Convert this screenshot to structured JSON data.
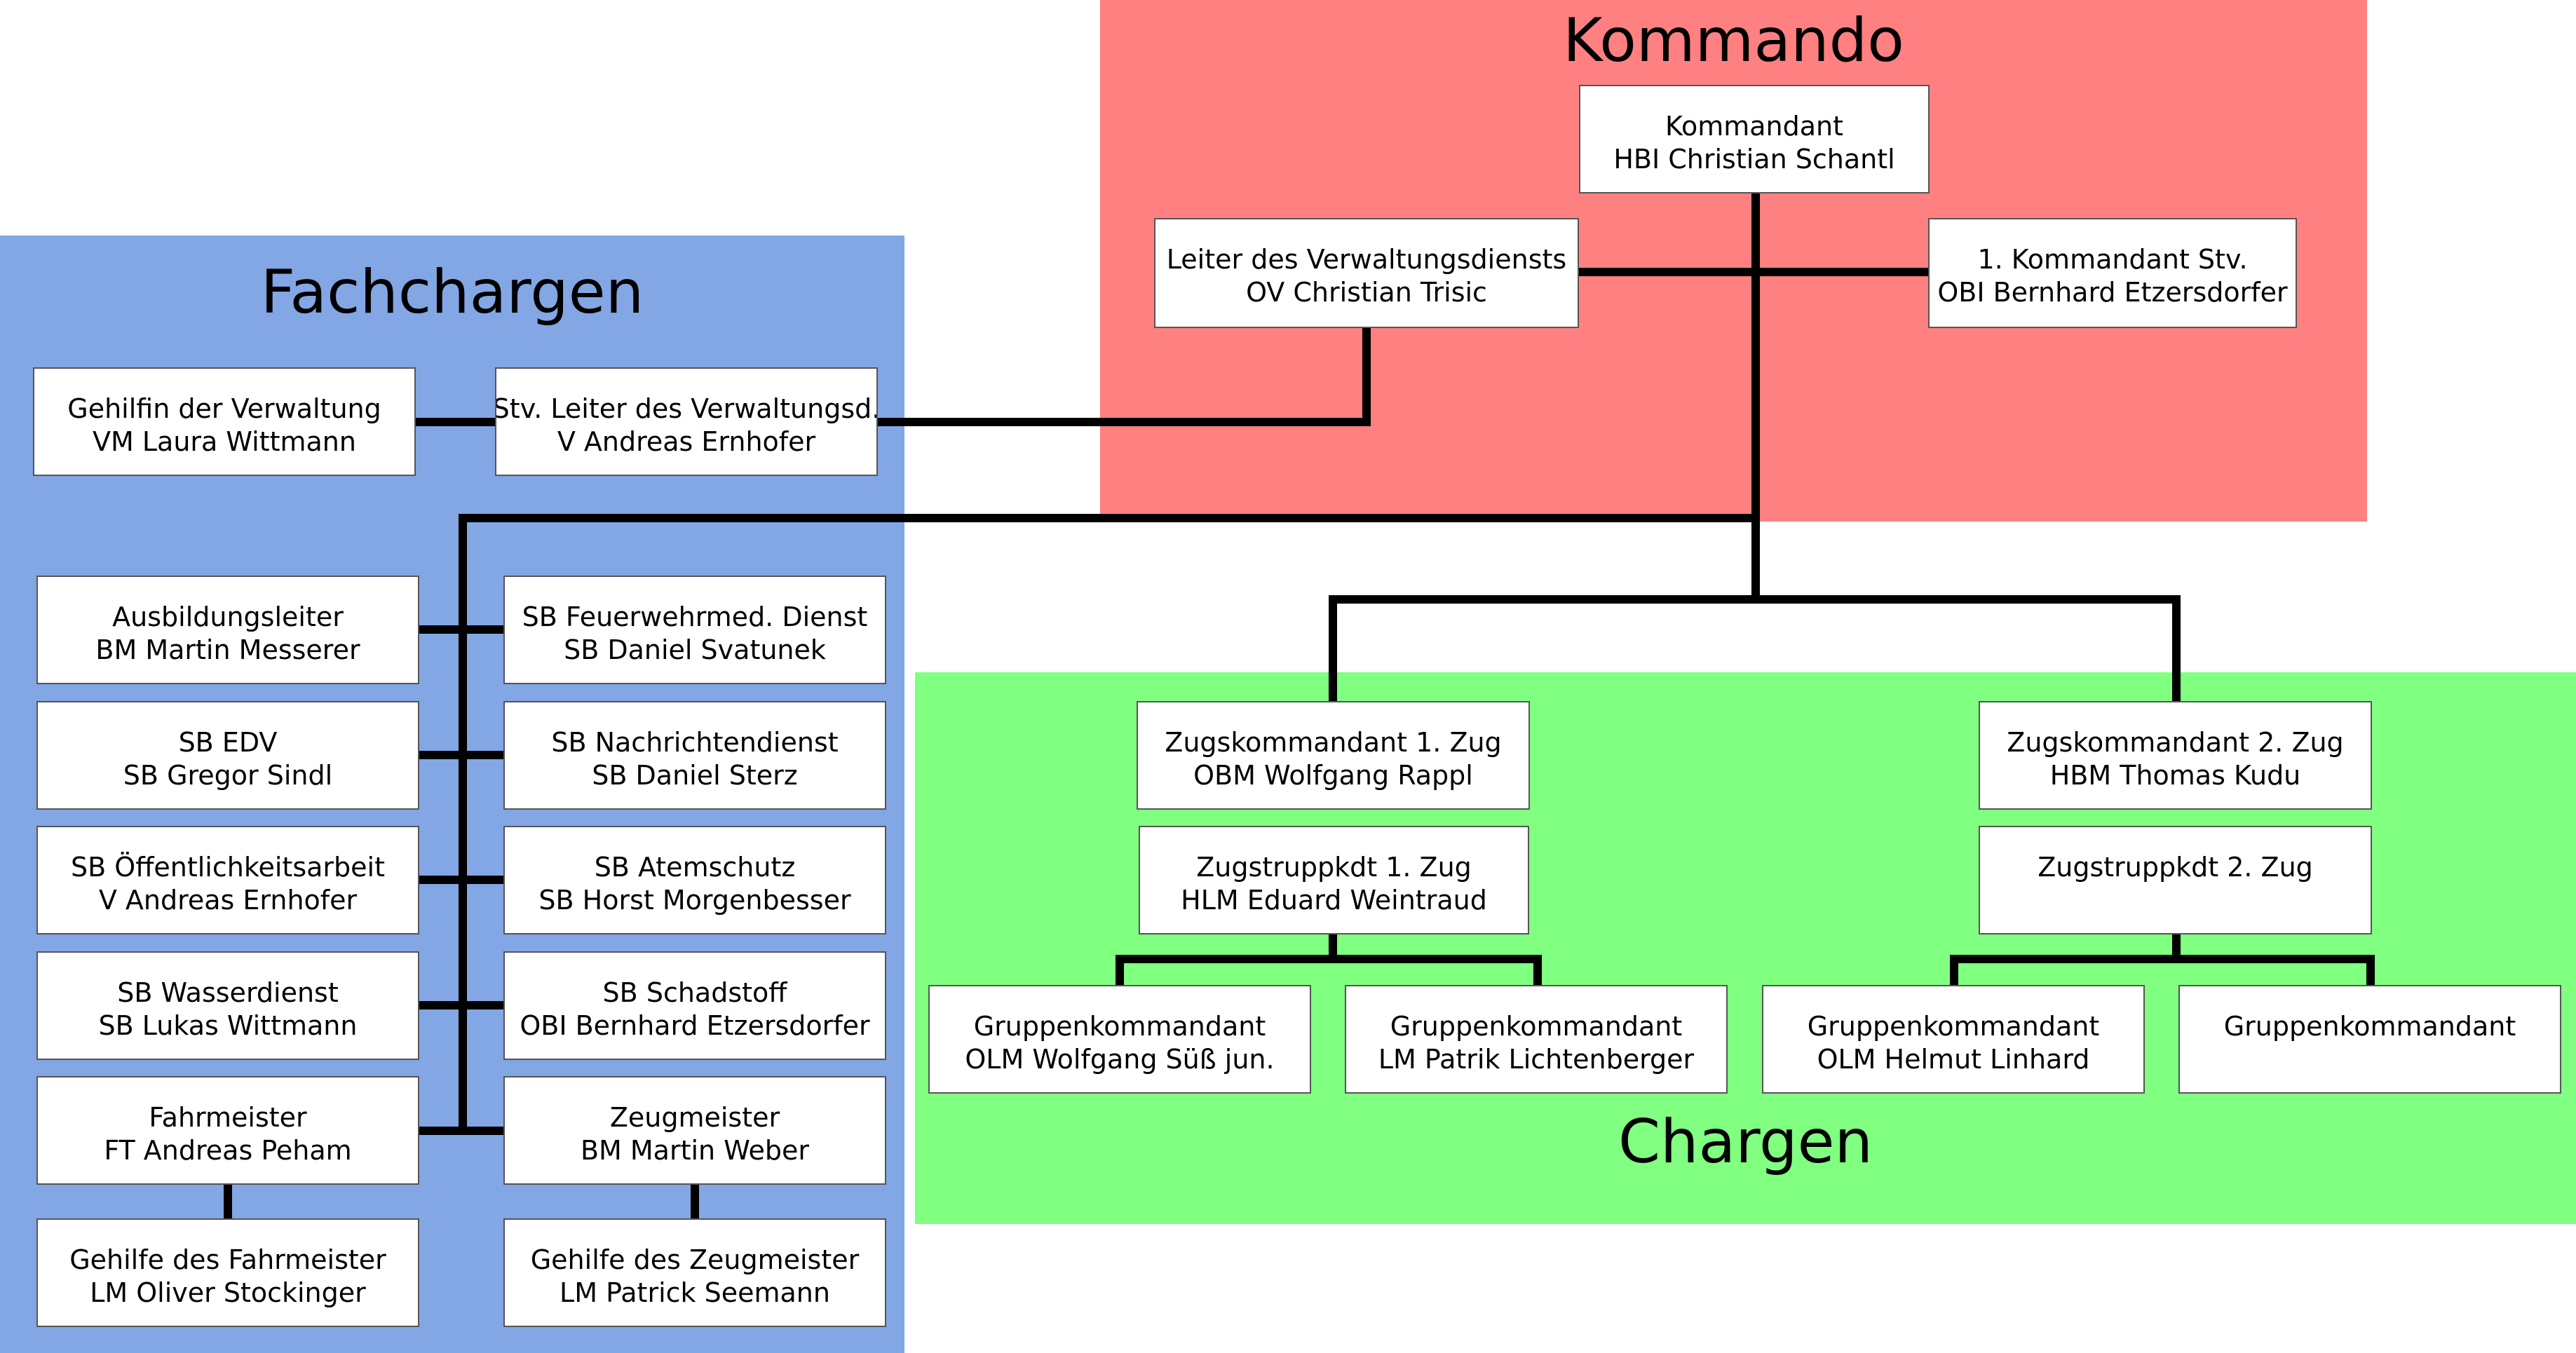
{
  "regions": {
    "kommando": {
      "title": "Kommando",
      "color": "#ff8080"
    },
    "fachchargen": {
      "title": "Fachchargen",
      "color": "#83a6e4"
    },
    "chargen": {
      "title": "Chargen",
      "color": "#80ff80"
    }
  },
  "boxes": {
    "kommandant": {
      "role": "Kommandant",
      "name": "HBI Christian Schantl"
    },
    "leiter_verwaltung": {
      "role": "Leiter des Verwaltungsdiensts",
      "name": "OV Christian Trisic"
    },
    "kommandant_stv": {
      "role": "1. Kommandant Stv.",
      "name": "OBI Bernhard Etzersdorfer"
    },
    "gehilfin_verwaltung": {
      "role": "Gehilfin der Verwaltung",
      "name": "VM Laura Wittmann"
    },
    "stv_leiter_verwaltung": {
      "role": "Stv. Leiter des Verwaltungsd.",
      "name": "V Andreas Ernhofer"
    },
    "ausbildungsleiter": {
      "role": "Ausbildungsleiter",
      "name": "BM Martin Messerer"
    },
    "sb_feuerwehrmed": {
      "role": "SB Feuerwehrmed. Dienst",
      "name": "SB Daniel Svatunek"
    },
    "sb_edv": {
      "role": "SB EDV",
      "name": "SB Gregor Sindl"
    },
    "sb_nachrichtendienst": {
      "role": "SB Nachrichtendienst",
      "name": "SB Daniel Sterz"
    },
    "sb_oeffentlichkeit": {
      "role": "SB Öffentlichkeitsarbeit",
      "name": "V Andreas Ernhofer"
    },
    "sb_atemschutz": {
      "role": "SB Atemschutz",
      "name": "SB Horst Morgenbesser"
    },
    "sb_wasserdienst": {
      "role": "SB Wasserdienst",
      "name": "SB Lukas Wittmann"
    },
    "sb_schadstoff": {
      "role": "SB Schadstoff",
      "name": "OBI Bernhard Etzersdorfer"
    },
    "fahrmeister": {
      "role": "Fahrmeister",
      "name": "FT Andreas Peham"
    },
    "zeugmeister": {
      "role": "Zeugmeister",
      "name": "BM Martin Weber"
    },
    "gehilfe_fahrmeister": {
      "role": "Gehilfe des Fahrmeister",
      "name": "LM Oliver Stockinger"
    },
    "gehilfe_zeugmeister": {
      "role": "Gehilfe des Zeugmeister",
      "name": "LM Patrick Seemann"
    },
    "zugskdt_1": {
      "role": "Zugskommandant 1. Zug",
      "name": "OBM Wolfgang Rappl"
    },
    "zugskdt_2": {
      "role": "Zugskommandant 2. Zug",
      "name": "HBM Thomas Kudu"
    },
    "zugtruppkdt_1": {
      "role": "Zugstruppkdt 1. Zug",
      "name": "HLM Eduard Weintraud"
    },
    "zugtruppkdt_2": {
      "role": "Zugstruppkdt 2. Zug",
      "name": ""
    },
    "gruppenkdt_1": {
      "role": "Gruppenkommandant",
      "name": "OLM Wolfgang Süß jun."
    },
    "gruppenkdt_2": {
      "role": "Gruppenkommandant",
      "name": "LM Patrik Lichtenberger"
    },
    "gruppenkdt_3": {
      "role": "Gruppenkommandant",
      "name": "OLM Helmut Linhard"
    },
    "gruppenkdt_4": {
      "role": "Gruppenkommandant",
      "name": ""
    }
  },
  "connector_color": "#000000"
}
